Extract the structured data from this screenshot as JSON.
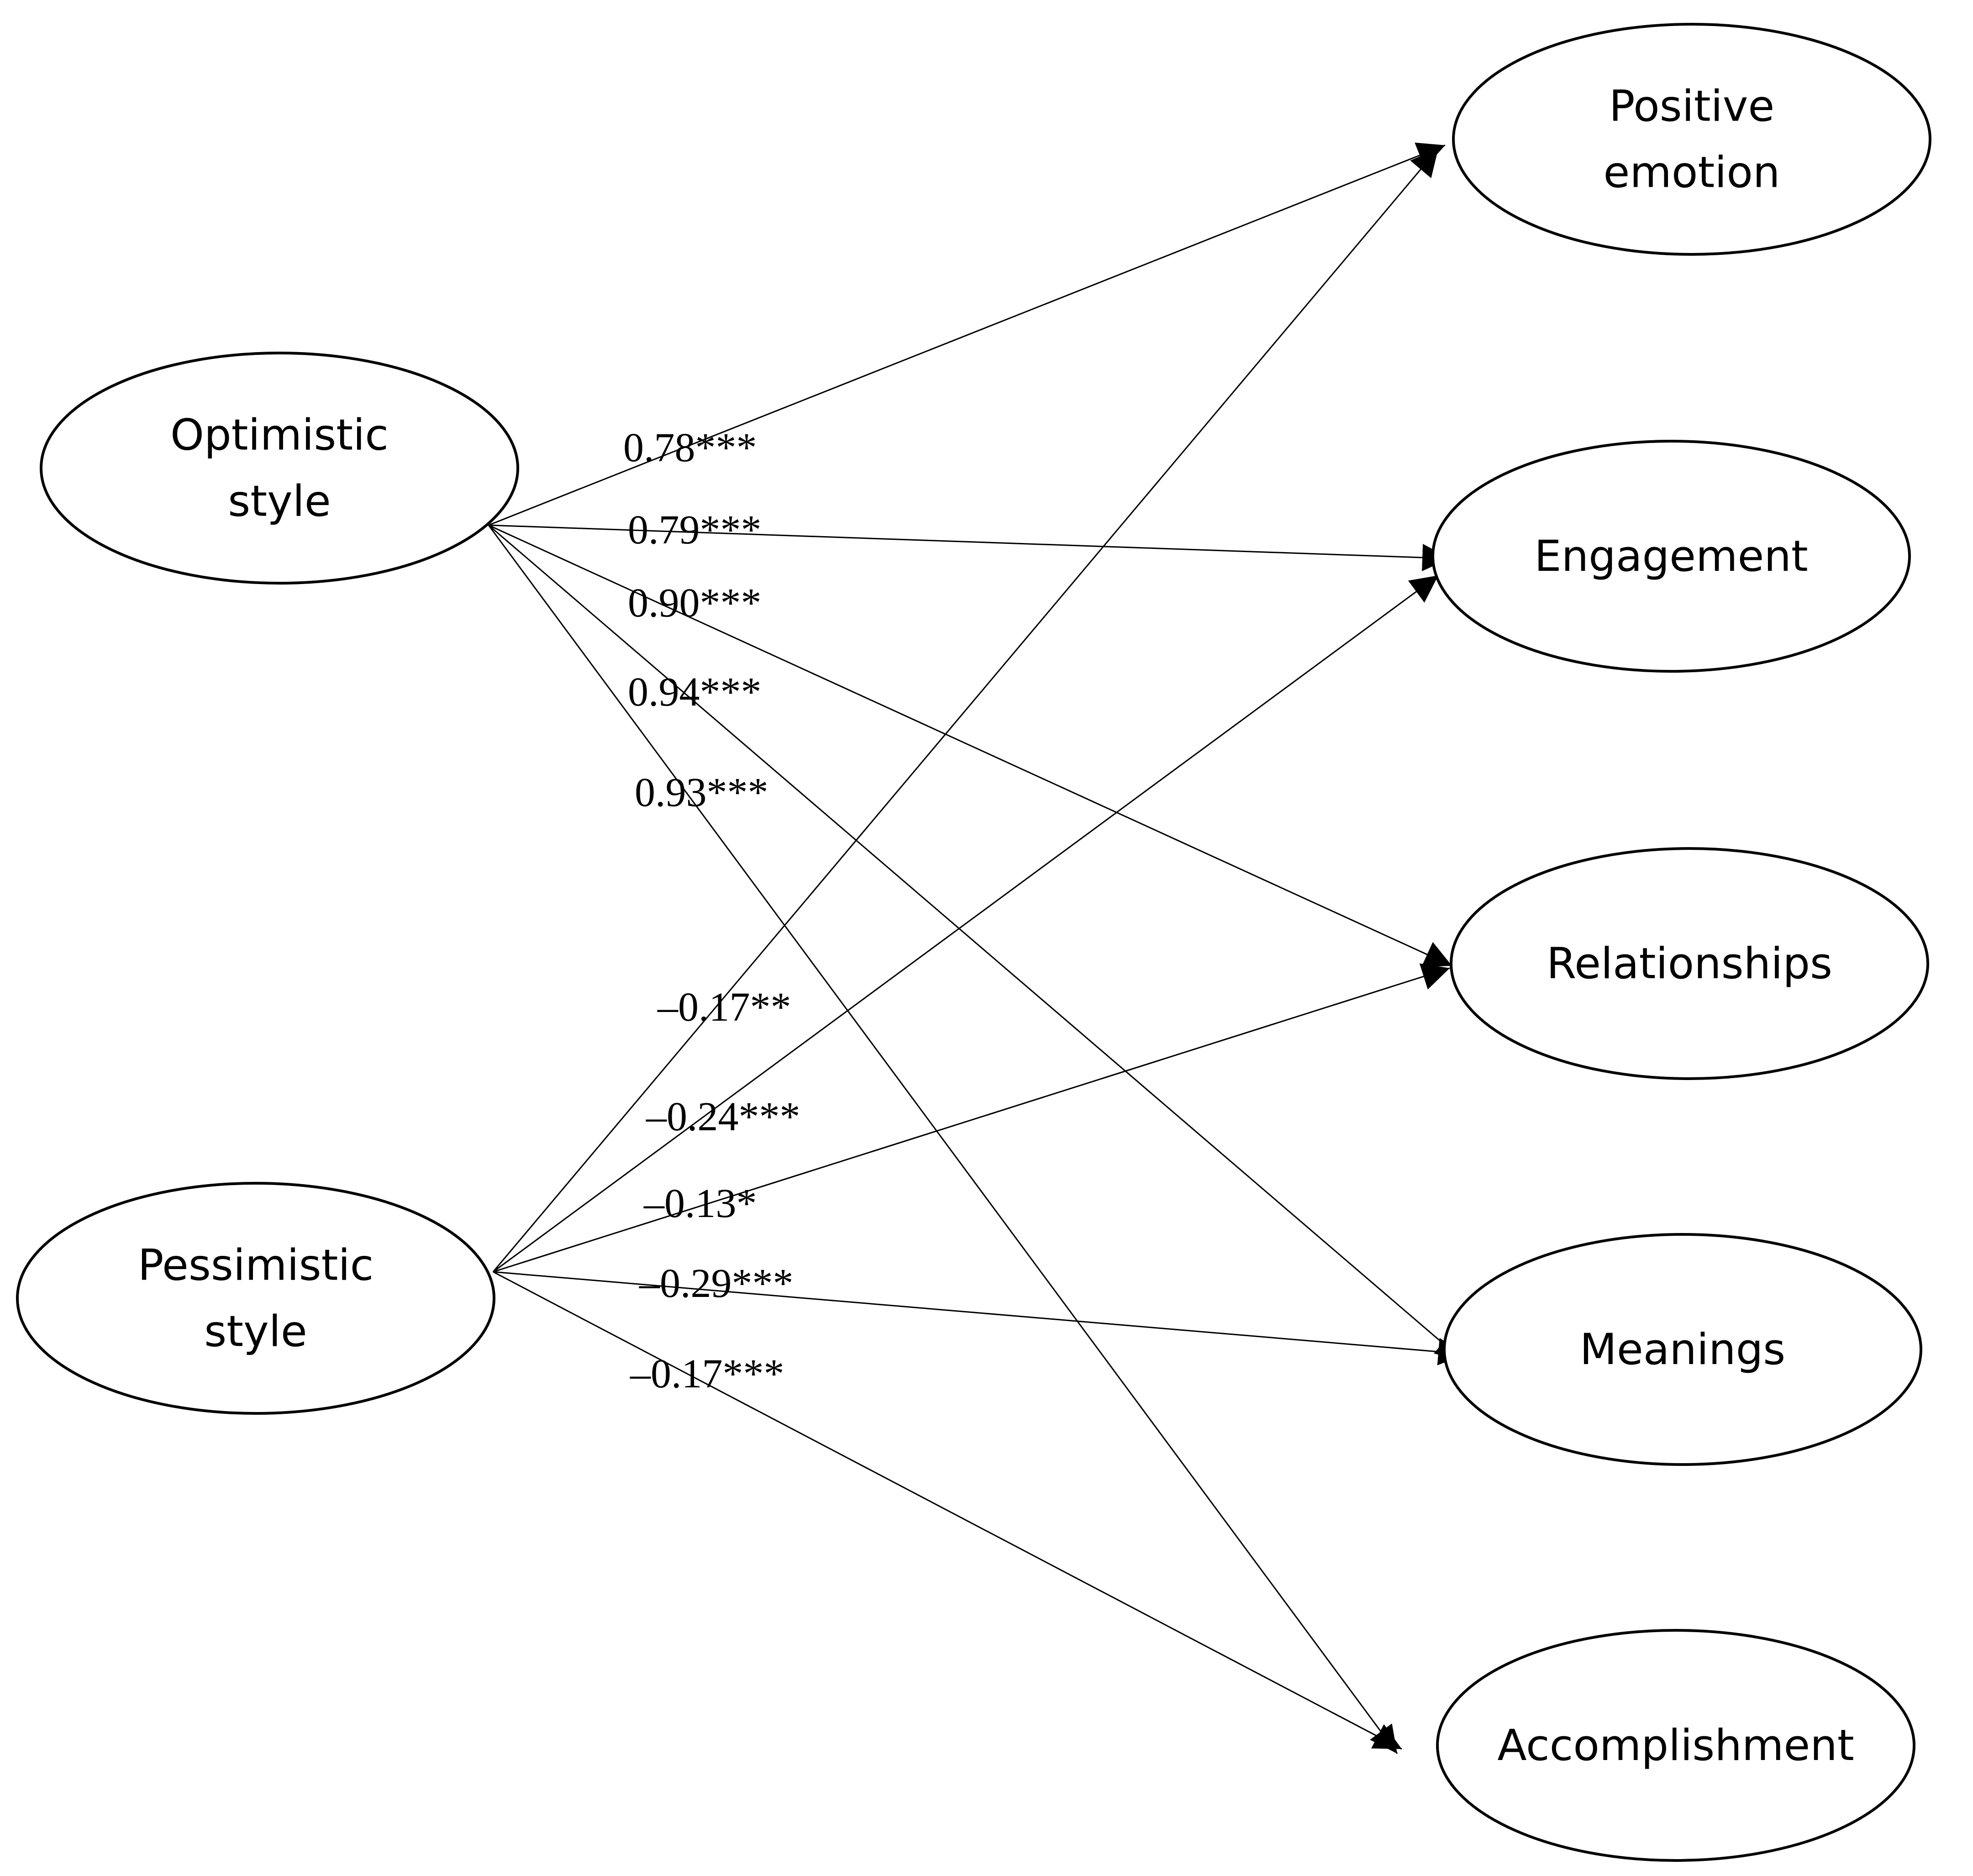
{
  "diagram": {
    "type": "path-diagram",
    "sources": [
      {
        "id": "optimistic",
        "lines": [
          "Optimistic",
          "style"
        ]
      },
      {
        "id": "pessimistic",
        "lines": [
          "Pessimistic",
          "style"
        ]
      }
    ],
    "outcomes": [
      {
        "id": "positive_emotion",
        "lines": [
          "Positive",
          "emotion"
        ]
      },
      {
        "id": "engagement",
        "lines": [
          "Engagement"
        ]
      },
      {
        "id": "relationships",
        "lines": [
          "Relationships"
        ]
      },
      {
        "id": "meanings",
        "lines": [
          "Meanings"
        ]
      },
      {
        "id": "accomplishment",
        "lines": [
          "Accomplishment"
        ]
      }
    ],
    "paths": [
      {
        "from": "optimistic",
        "to": "positive_emotion",
        "label": "0.78***"
      },
      {
        "from": "optimistic",
        "to": "engagement",
        "label": "0.79***"
      },
      {
        "from": "optimistic",
        "to": "relationships",
        "label": "0.90***"
      },
      {
        "from": "optimistic",
        "to": "meanings",
        "label": "0.94***"
      },
      {
        "from": "optimistic",
        "to": "accomplishment",
        "label": "0.93***"
      },
      {
        "from": "pessimistic",
        "to": "positive_emotion",
        "label": "–0.17**"
      },
      {
        "from": "pessimistic",
        "to": "engagement",
        "label": "–0.24***"
      },
      {
        "from": "pessimistic",
        "to": "relationships",
        "label": "–0.13*"
      },
      {
        "from": "pessimistic",
        "to": "meanings",
        "label": "–0.29***"
      },
      {
        "from": "pessimistic",
        "to": "accomplishment",
        "label": "–0.17***"
      }
    ]
  }
}
